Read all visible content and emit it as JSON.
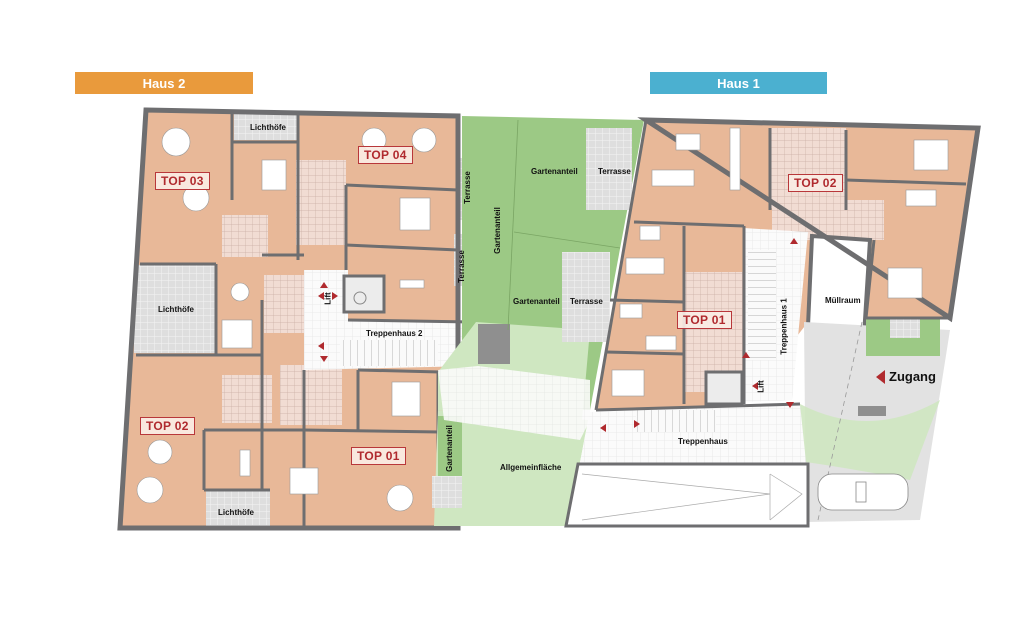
{
  "buildings": {
    "haus2": {
      "label": "Haus 2",
      "color": "#e99a3c"
    },
    "haus1": {
      "label": "Haus 1",
      "color": "#4bb0d0"
    }
  },
  "colors": {
    "apartment_floor": "#e8b898",
    "wall": "#6e6e70",
    "garden_dark": "#9cc985",
    "garden_light": "#cfe7c1",
    "paving": "#dcdcdc",
    "stair": "#f6f6f6",
    "accent_red": "#b02a2e"
  },
  "haus2": {
    "units": [
      {
        "id": "top03",
        "label": "TOP 03"
      },
      {
        "id": "top04",
        "label": "TOP 04"
      },
      {
        "id": "top02",
        "label": "TOP 02"
      },
      {
        "id": "top01",
        "label": "TOP 01"
      }
    ],
    "lichthoefe": [
      "Lichthöfe",
      "Lichthöfe",
      "Lichthöfe"
    ],
    "lift": "Lift",
    "stairwell": "Treppenhaus 2",
    "terraces": [
      "Terrasse",
      "Terrasse"
    ],
    "garden_strip": "Gartenanteil"
  },
  "courtyard": {
    "garden_areas": [
      "Gartenanteil",
      "Gartenanteil",
      "Gartenanteil"
    ],
    "terraces": [
      "Terrasse",
      "Terrasse"
    ],
    "common_area": "Allgemeinfläche"
  },
  "haus1": {
    "units": [
      {
        "id": "top02",
        "label": "TOP 02"
      },
      {
        "id": "top01",
        "label": "TOP 01"
      }
    ],
    "stairwell": "Treppenhaus 1",
    "lift": "Lift",
    "waste_room": "Müllraum",
    "lower_stairwell": "Treppenhaus"
  },
  "entrance": {
    "label": "Zugang"
  }
}
